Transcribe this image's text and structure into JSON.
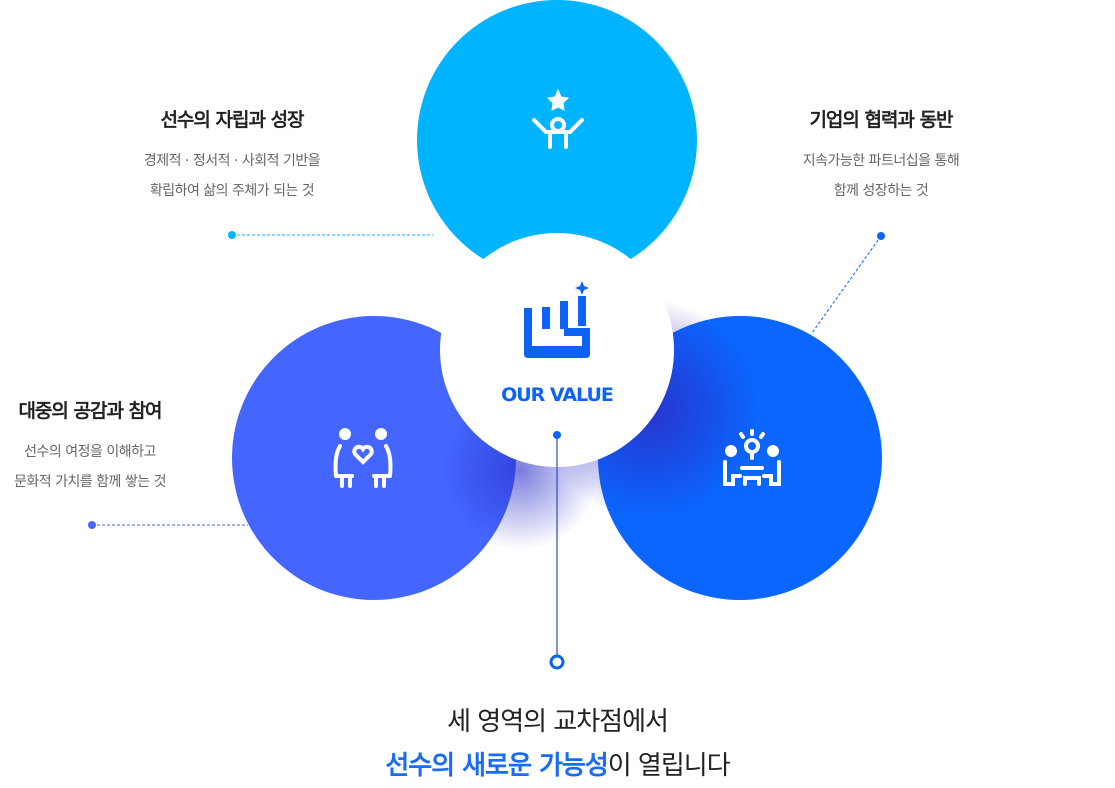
{
  "center": {
    "title": "OUR VALUE"
  },
  "values": [
    {
      "title": "선수의 자립과 성장",
      "line1": "경제적 · 정서적 · 사회적 기반을",
      "line2": "확립하여 삶의 주체가 되는 것",
      "icon": "person-star-icon",
      "color": "#00b4ff"
    },
    {
      "title": "기업의 협력과 동반",
      "line1": "지속가능한 파트너십을 통해",
      "line2": "함께 성장하는 것",
      "icon": "partnership-idea-icon",
      "color": "#0a66ff"
    },
    {
      "title": "대중의 공감과 참여",
      "line1": "선수의 여정을 이해하고",
      "line2": "문화적 가치를 함께 쌓는 것",
      "icon": "people-heart-icon",
      "color": "#4466ff"
    }
  ],
  "bottom": {
    "line1": "세 영역의 교차점에서",
    "highlight": "선수의 새로운 가능성",
    "rest": "이 열립니다"
  }
}
